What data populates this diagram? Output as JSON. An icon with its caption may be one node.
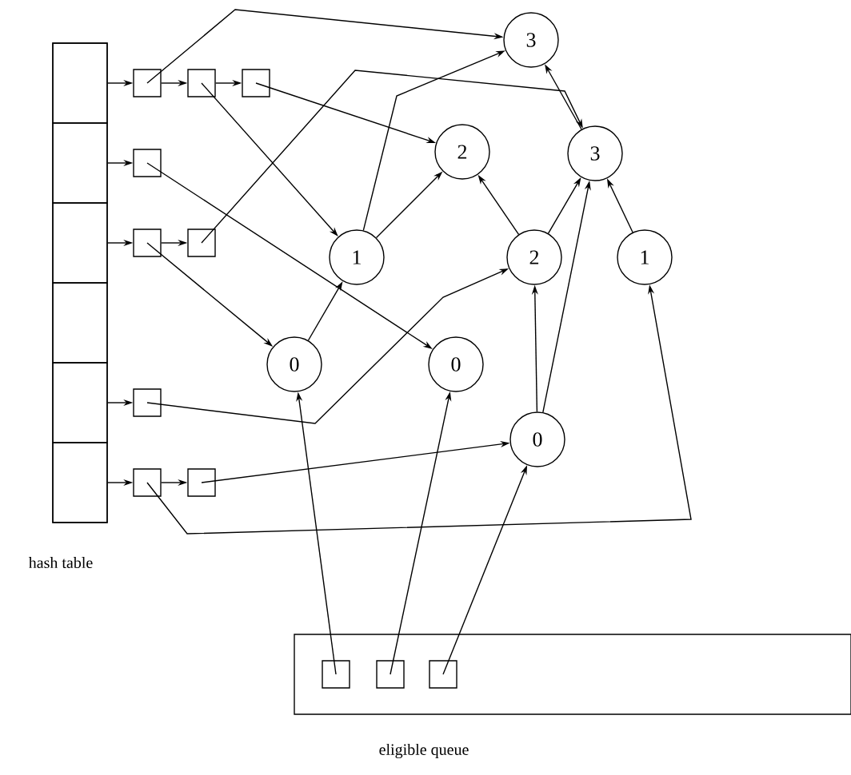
{
  "diagram": {
    "nodes": [
      {
        "text": [
          "hash table"
        ]
      },
      {
        "text": [],
        "shape": "box",
        "in": 0
      },
      {
        "text": [],
        "shape": "box",
        "in": 0
      },
      {
        "text": [],
        "shape": "box",
        "in": 0
      },
      {
        "text": [],
        "shape": "box",
        "in": 0
      },
      {
        "text": [],
        "shape": "box",
        "in": 0
      },
      {
        "text": [],
        "shape": "box",
        "in": 0
      },
      {
        "text": [],
        "shape": "box"
      },
      {
        "text": [],
        "shape": "box"
      },
      {
        "text": [],
        "shape": "box"
      },
      {
        "text": [],
        "shape": "box"
      },
      {
        "text": [],
        "shape": "box"
      },
      {
        "text": [],
        "shape": "box"
      },
      {
        "text": [],
        "shape": "box"
      },
      {
        "text": [],
        "shape": "box"
      },
      {
        "text": [],
        "shape": "box"
      },
      {
        "text": [
          "3"
        ]
      },
      {
        "text": [
          "2"
        ]
      },
      {
        "text": [
          "3"
        ]
      },
      {
        "text": [
          "1"
        ]
      },
      {
        "text": [
          "2"
        ]
      },
      {
        "text": [
          "1"
        ]
      },
      {
        "text": [
          "0"
        ]
      },
      {
        "text": [
          "0"
        ]
      },
      {
        "text": [
          "0"
        ]
      },
      {
        "text": [
          "eligible queue"
        ]
      },
      {
        "text": [],
        "shape": "box",
        "in": 25
      },
      {
        "text": [],
        "shape": "box",
        "in": 25
      },
      {
        "text": [],
        "shape": "box",
        "in": 25
      }
    ],
    "edges": [
      {
        "from": 1,
        "to": 7,
        "arrow": "to"
      },
      {
        "from": 7,
        "to": 8,
        "arrow": "to"
      },
      {
        "from": 8,
        "to": 9,
        "arrow": "to"
      },
      {
        "from": 2,
        "to": 10,
        "arrow": "to"
      },
      {
        "from": 3,
        "to": 11,
        "arrow": "to"
      },
      {
        "from": 11,
        "to": 12,
        "arrow": "to"
      },
      {
        "from": 5,
        "to": 13,
        "arrow": "to"
      },
      {
        "from": 6,
        "to": 14,
        "arrow": "to"
      },
      {
        "from": 14,
        "to": 15,
        "arrow": "to"
      },
      {
        "from": 7,
        "to": 16,
        "arrow": "to"
      },
      {
        "from": 8,
        "to": 19,
        "arrow": "to"
      },
      {
        "from": 9,
        "to": 17,
        "arrow": "to"
      },
      {
        "from": 10,
        "to": 23,
        "arrow": "to"
      },
      {
        "from": 11,
        "to": 22,
        "arrow": "to"
      },
      {
        "from": 12,
        "to": 18,
        "arrow": "to"
      },
      {
        "from": 13,
        "to": 20,
        "arrow": "to"
      },
      {
        "from": 15,
        "to": 24,
        "arrow": "to"
      },
      {
        "from": 14,
        "to": 21,
        "arrow": "to"
      },
      {
        "from": 19,
        "to": 16,
        "arrow": "to"
      },
      {
        "from": 19,
        "to": 17,
        "arrow": "to"
      },
      {
        "from": 22,
        "to": 19,
        "arrow": "to"
      },
      {
        "from": 20,
        "to": 17,
        "arrow": "to"
      },
      {
        "from": 20,
        "to": 18,
        "arrow": "to"
      },
      {
        "from": 21,
        "to": 18,
        "arrow": "to"
      },
      {
        "from": 18,
        "to": 16,
        "arrow": "to"
      },
      {
        "from": 24,
        "to": 18,
        "arrow": "to"
      },
      {
        "from": 24,
        "to": 20,
        "arrow": "to"
      },
      {
        "from": 26,
        "to": 22,
        "arrow": "to"
      },
      {
        "from": 27,
        "to": 23,
        "arrow": "to"
      },
      {
        "from": 28,
        "to": 24,
        "arrow": "to"
      }
    ]
  }
}
